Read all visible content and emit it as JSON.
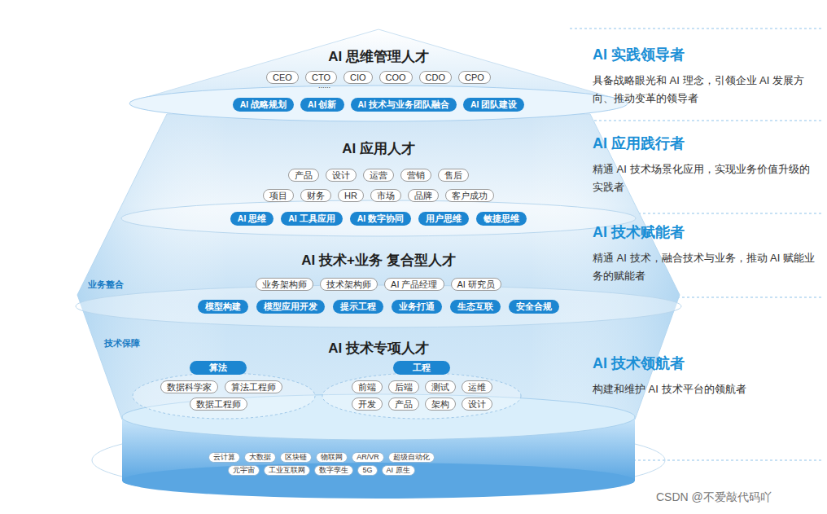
{
  "diagram": {
    "nodes": [
      {
        "text": [
          "AI 思维管理人才"
        ]
      },
      {
        "text": [
          "CEO"
        ],
        "in": 0
      },
      {
        "text": [
          "CTO"
        ],
        "in": 0
      },
      {
        "text": [
          "CIO"
        ],
        "in": 0
      },
      {
        "text": [
          "COO"
        ],
        "in": 0
      },
      {
        "text": [
          "CDO"
        ],
        "in": 0
      },
      {
        "text": [
          "CPO"
        ],
        "in": 0
      },
      {
        "text": [
          "AI 战略规划"
        ],
        "in": 0
      },
      {
        "text": [
          "AI 创新"
        ],
        "in": 0
      },
      {
        "text": [
          "AI 技术与业务团队融合"
        ],
        "in": 0
      },
      {
        "text": [
          "AI 团队建设"
        ],
        "in": 0
      },
      {
        "text": [
          "AI 应用人才"
        ]
      },
      {
        "text": [
          "产品"
        ],
        "in": 11
      },
      {
        "text": [
          "设计"
        ],
        "in": 11
      },
      {
        "text": [
          "运营"
        ],
        "in": 11
      },
      {
        "text": [
          "营销"
        ],
        "in": 11
      },
      {
        "text": [
          "售后"
        ],
        "in": 11
      },
      {
        "text": [
          "项目"
        ],
        "in": 11
      },
      {
        "text": [
          "财务"
        ],
        "in": 11
      },
      {
        "text": [
          "HR"
        ],
        "in": 11
      },
      {
        "text": [
          "市场"
        ],
        "in": 11
      },
      {
        "text": [
          "品牌"
        ],
        "in": 11
      },
      {
        "text": [
          "客户成功"
        ],
        "in": 11
      },
      {
        "text": [
          "AI 思维"
        ],
        "in": 11
      },
      {
        "text": [
          "AI 工具应用"
        ],
        "in": 11
      },
      {
        "text": [
          "AI 数字协同"
        ],
        "in": 11
      },
      {
        "text": [
          "用户思维"
        ],
        "in": 11
      },
      {
        "text": [
          "敏捷思维"
        ],
        "in": 11
      },
      {
        "text": [
          "AI 技术+业务 复合型人才"
        ]
      },
      {
        "text": [
          "业务架构师"
        ],
        "in": 28
      },
      {
        "text": [
          "技术架构师"
        ],
        "in": 28
      },
      {
        "text": [
          "AI 产品经理"
        ],
        "in": 28
      },
      {
        "text": [
          "AI 研究员"
        ],
        "in": 28
      },
      {
        "text": [
          "模型构建"
        ],
        "in": 28
      },
      {
        "text": [
          "模型应用开发"
        ],
        "in": 28
      },
      {
        "text": [
          "提示工程"
        ],
        "in": 28
      },
      {
        "text": [
          "业务打通"
        ],
        "in": 28
      },
      {
        "text": [
          "生态互联"
        ],
        "in": 28
      },
      {
        "text": [
          "安全合规"
        ],
        "in": 28
      },
      {
        "text": [
          "AI 技术专项人才"
        ]
      },
      {
        "text": [
          "算法"
        ],
        "in": 39
      },
      {
        "text": [
          "工程"
        ],
        "in": 39
      },
      {
        "text": [
          "数据科学家"
        ],
        "in": 39
      },
      {
        "text": [
          "算法工程师"
        ],
        "in": 39
      },
      {
        "text": [
          "数据工程师"
        ],
        "in": 39
      },
      {
        "text": [
          "前端"
        ],
        "in": 39
      },
      {
        "text": [
          "后端"
        ],
        "in": 39
      },
      {
        "text": [
          "测试"
        ],
        "in": 39
      },
      {
        "text": [
          "运维"
        ],
        "in": 39
      },
      {
        "text": [
          "开发"
        ],
        "in": 39
      },
      {
        "text": [
          "产品"
        ],
        "in": 39
      },
      {
        "text": [
          "架构"
        ],
        "in": 39
      },
      {
        "text": [
          "设计"
        ],
        "in": 39
      },
      {
        "text": [
          "云计算"
        ]
      },
      {
        "text": [
          "大数据"
        ]
      },
      {
        "text": [
          "区块链"
        ]
      },
      {
        "text": [
          "物联网"
        ]
      },
      {
        "text": [
          "AR/VR"
        ]
      },
      {
        "text": [
          "超级自动化"
        ]
      },
      {
        "text": [
          "元宇宙"
        ]
      },
      {
        "text": [
          "工业互联网"
        ]
      },
      {
        "text": [
          "数字孪生"
        ]
      },
      {
        "text": [
          "5G"
        ]
      },
      {
        "text": [
          "AI 原生"
        ]
      }
    ],
    "labels": [
      "......",
      "业务整合",
      "技术保障",
      "AI 实践领导者",
      "具备战略眼光和 AI 理念，引领企业 AI 发展方向、推动变革的领导者",
      "AI 应用践行者",
      "精通 AI 技术场景化应用，实现业务价值升级的实践者",
      "AI 技术赋能者",
      "精通 AI 技术，融合技术与业务，推动 AI 赋能业务的赋能者",
      "AI 技术领航者",
      "构建和维护 AI 技术平台的领航者",
      "CSDN @不爱敲代码吖"
    ]
  }
}
